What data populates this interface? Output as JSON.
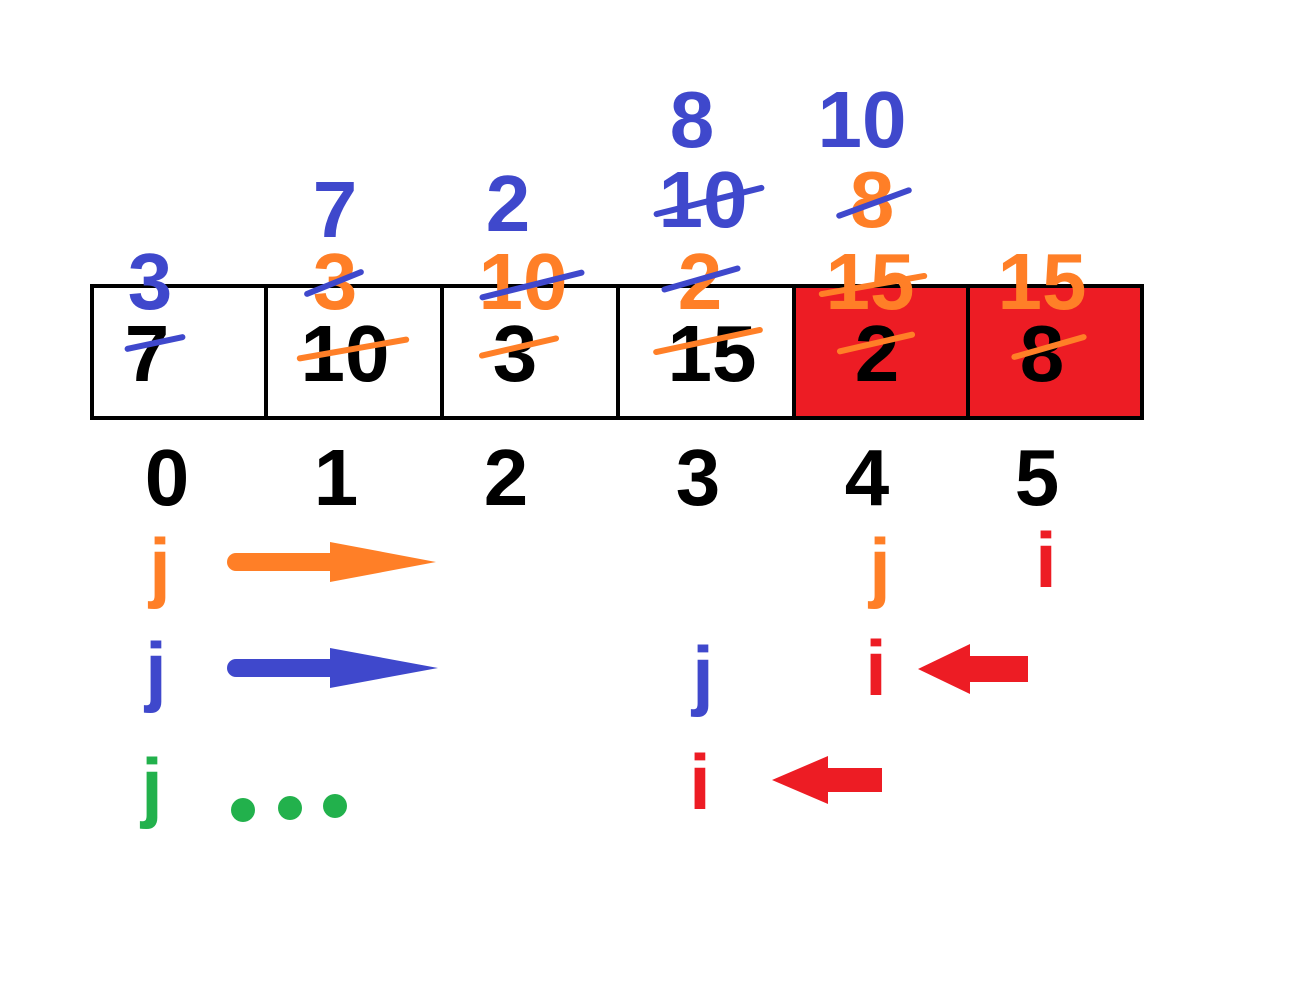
{
  "colors": {
    "black": "#000000",
    "blue": "#3f48cc",
    "orange": "#ff7f27",
    "red": "#ed1c24",
    "green": "#22b14c",
    "white": "#ffffff"
  },
  "cells": [
    {
      "index": "0",
      "value": "7",
      "fill": "white"
    },
    {
      "index": "1",
      "value": "10",
      "fill": "white"
    },
    {
      "index": "2",
      "value": "3",
      "fill": "white"
    },
    {
      "index": "3",
      "value": "15",
      "fill": "white"
    },
    {
      "index": "4",
      "value": "2",
      "fill": "red"
    },
    {
      "index": "5",
      "value": "8",
      "fill": "red"
    }
  ],
  "orange_pass_values": [
    "3",
    "10",
    "2",
    "15",
    "15"
  ],
  "blue_pass_values": [
    "3",
    "7",
    "2",
    "10",
    "10",
    "8"
  ],
  "second_blue_values": [
    "8",
    "10"
  ],
  "top_blue_values": [
    "8",
    "10"
  ],
  "pointers": {
    "row1_j": "j",
    "row1_j2": "j",
    "row1_i": "i",
    "row2_j": "j",
    "row2_j2": "j",
    "row2_i": "i",
    "row3_j": "j",
    "row3_i": "i"
  },
  "ellipsis": "..."
}
